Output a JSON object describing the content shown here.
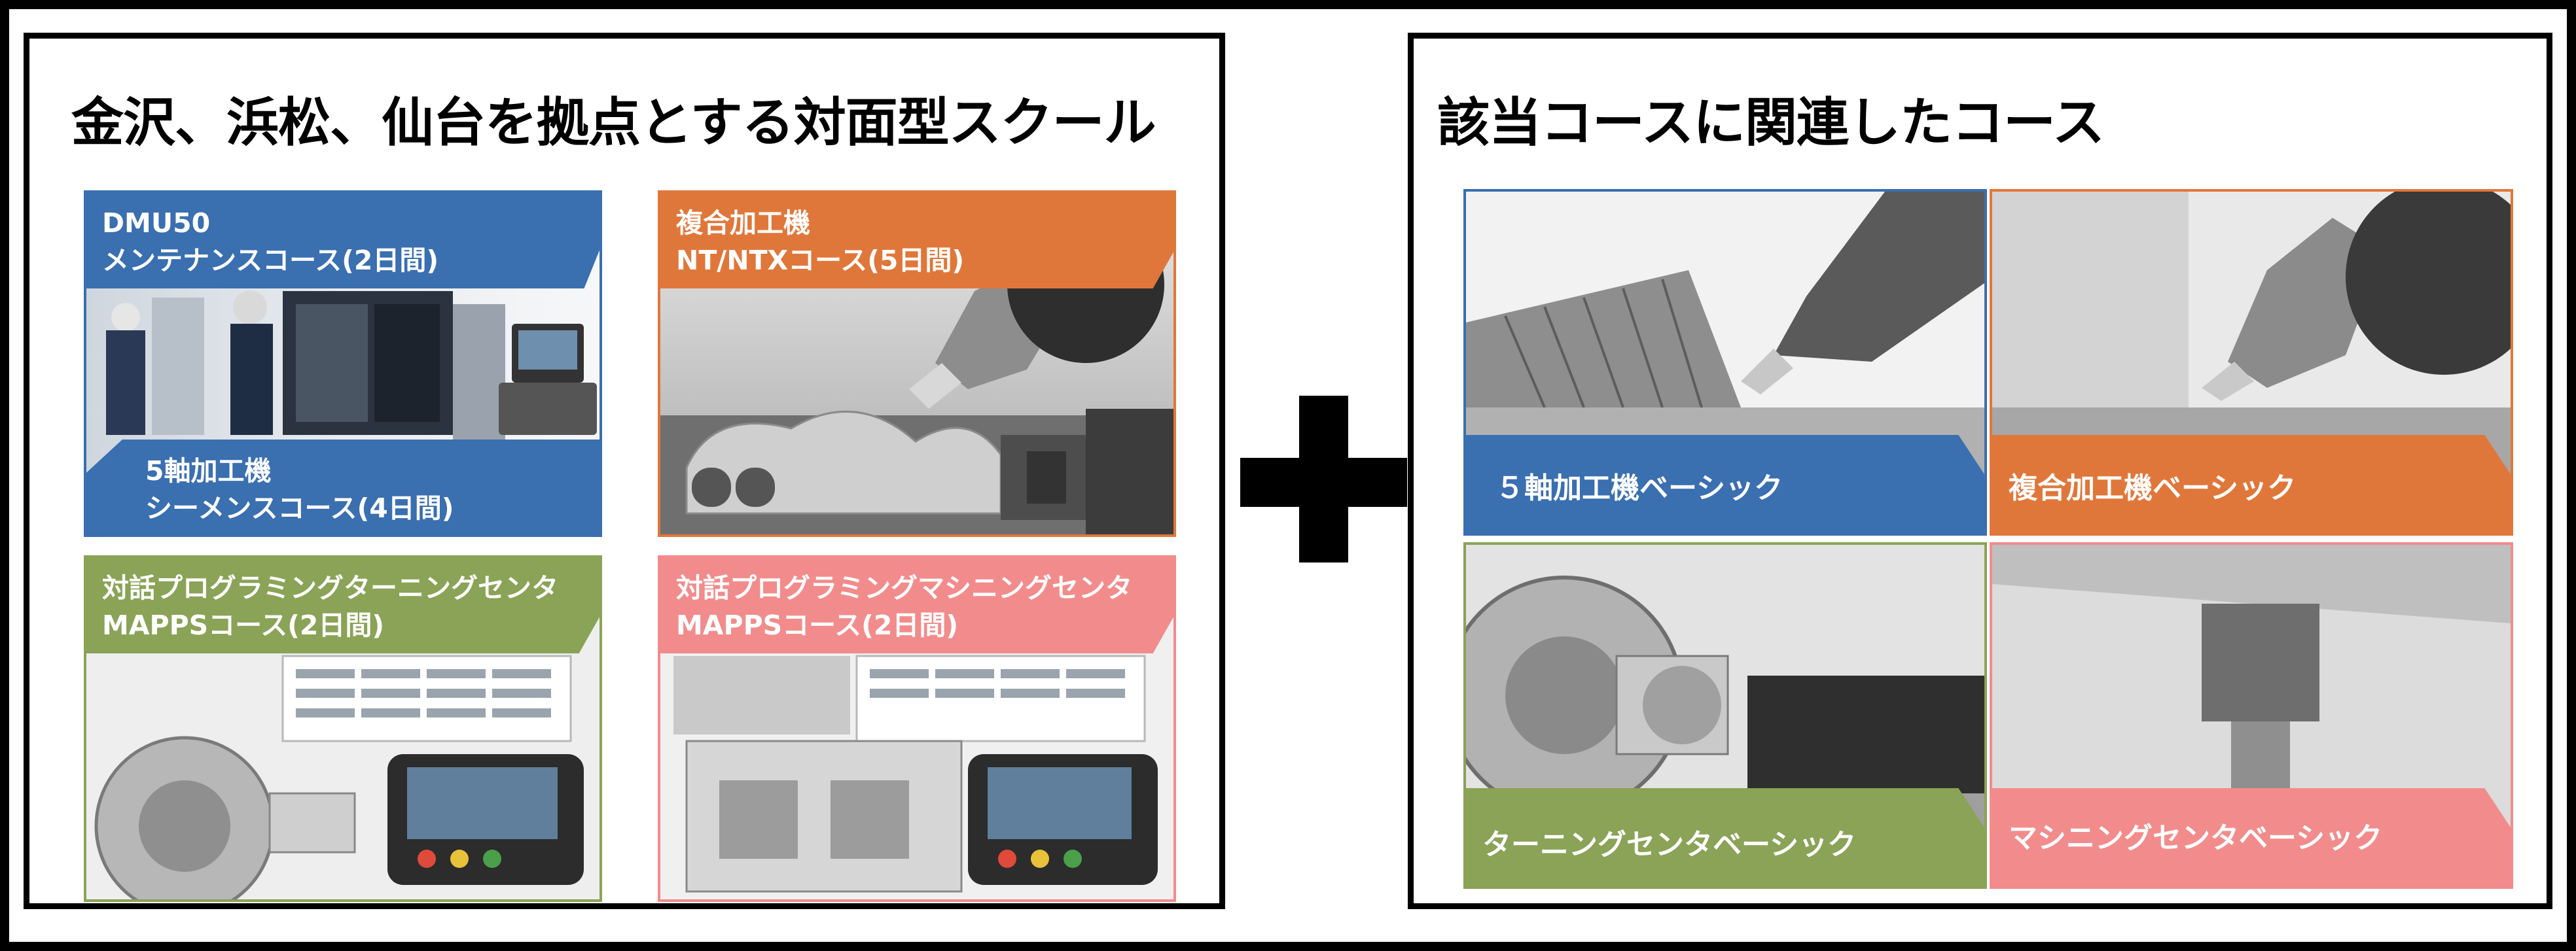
{
  "left_panel": {
    "title": "金沢、浜松、仙台を拠点とする対面型スクール",
    "cards": [
      {
        "line1": "DMU50",
        "line2": "メンテナンスコース(2日間)",
        "sub1": "5軸加工機",
        "sub2": "シーメンスコース(4日間)",
        "color": "#3a6fb0"
      },
      {
        "line1": "複合加工機",
        "line2": "NT/NTXコース(5日間)",
        "color": "#e0773a"
      },
      {
        "line1": "対話プログラミングターニングセンタ",
        "line2": "MAPPSコース(2日間)",
        "color": "#8aa357"
      },
      {
        "line1": "対話プログラミングマシニングセンタ",
        "line2": "MAPPSコース(2日間)",
        "color": "#f28c8c"
      }
    ]
  },
  "plus_icon": "plus-icon",
  "right_panel": {
    "title": "該当コースに関連したコース",
    "cards": [
      {
        "label": "５軸加工機ベーシック",
        "color": "#3a6fb0"
      },
      {
        "label": "複合加工機ベーシック",
        "color": "#e0773a"
      },
      {
        "label": "ターニングセンタベーシック",
        "color": "#8aa357"
      },
      {
        "label": "マシニングセンタベーシック",
        "color": "#f28c8c"
      }
    ]
  }
}
